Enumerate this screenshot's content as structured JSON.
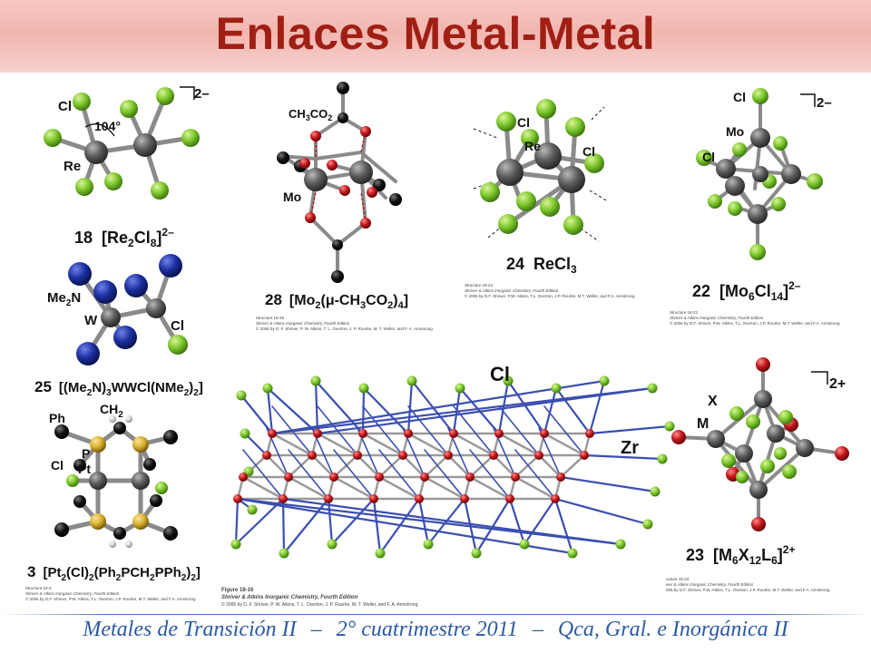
{
  "slide": {
    "title": "Enlaces Metal-Metal",
    "footer": {
      "course": "Metales de Transición II",
      "term": "2° cuatrimestre 2011",
      "dept": "Qca, Gral. e Inorgánica II",
      "separator": "–"
    }
  },
  "colors": {
    "title": "#a01f14",
    "header_bg": "#f2b6b0",
    "footer_text": "#2b5aa3",
    "chlorine": "#7cc62b",
    "metal": "#555555",
    "oxygen": "#c0161a",
    "nitrogen": "#1b2fa0",
    "carbon": "#111111",
    "phosphorus": "#d8b030",
    "bond_blue": "#3a4fb0"
  },
  "structures": {
    "s18": {
      "labels": {
        "cl": "Cl",
        "re": "Re",
        "angle": "104°",
        "charge": "2–"
      },
      "caption": {
        "num": "18",
        "formula": "[Re",
        "sub1": "2",
        "mid": "Cl",
        "sub2": "8",
        "end": "]",
        "sup": "2–"
      }
    },
    "s28": {
      "labels": {
        "acetate": "CH",
        "acetate_sub": "3",
        "acetate_mid": "CO",
        "acetate_sub2": "2",
        "mo": "Mo"
      },
      "caption": {
        "num": "28",
        "formula": "[Mo",
        "sub1": "2",
        "mid": "(μ-CH",
        "sub2": "3",
        "mid2": "CO",
        "sub3": "2",
        "end": ")",
        "sub4": "4",
        "end2": "]"
      },
      "credit": {
        "line1": "Structure 18-28",
        "line2": "Shriver & Atkins Inorganic Chemistry, Fourth Edition",
        "line3": "© 2006 by D. F. Shriver, P. W. Atkins, T. L. Overton, J. P. Rourke, M. T. Weller, and F. A. Armstrong"
      }
    },
    "s24": {
      "labels": {
        "cl1": "Cl",
        "cl2": "Cl",
        "re": "Re"
      },
      "caption": {
        "num": "24",
        "formula": "ReCl",
        "sub1": "3"
      },
      "credit": {
        "line1": "Structure 18-24",
        "line2": "Shriver & Atkins Inorganic Chemistry, Fourth Edition",
        "line3": "© 2006 by D.F. Shriver, P.W. Atkins, T.L. Overton, J.P. Rourke, M.T. Weller, and F.A. Armstrong"
      }
    },
    "s22": {
      "labels": {
        "cl1": "Cl",
        "mo": "Mo",
        "cl2": "Cl",
        "charge": "2–"
      },
      "caption": {
        "num": "22",
        "formula": "[Mo",
        "sub1": "6",
        "mid": "Cl",
        "sub2": "14",
        "end": "]",
        "sup": "2–"
      },
      "credit": {
        "line1": "Structure 18-22",
        "line2": "Shriver & Atkins Inorganic Chemistry, Fourth Edition",
        "line3": "© 2006 by D.F. Shriver, P.W. Atkins, T.L. Overton, J.P. Rourke, M.T. Weller, and F.A. Armstrong"
      }
    },
    "s25": {
      "labels": {
        "me2n": "Me",
        "me2n_sub": "2",
        "me2n_end": "N",
        "w": "W",
        "cl": "Cl"
      },
      "caption": {
        "num": "25",
        "formula": "[(Me",
        "sub1": "2",
        "mid": "N)",
        "sub2": "3",
        "mid2": "WWCl(NMe",
        "sub3": "2",
        "end": ")",
        "sub4": "2",
        "end2": "]"
      }
    },
    "s3": {
      "labels": {
        "ph": "Ph",
        "ch2": "CH",
        "ch2_sub": "2",
        "p": "P",
        "pt": "Pt",
        "cl": "Cl"
      },
      "caption": {
        "num": "3",
        "formula": "[Pt",
        "sub1": "2",
        "mid": "(Cl)",
        "sub2": "2",
        "mid2": "(Ph",
        "sub3": "2",
        "mid3": "PCH",
        "sub4": "2",
        "mid4": "PPh",
        "sub5": "2",
        "end": ")",
        "sub6": "2",
        "end2": "]"
      },
      "credit": {
        "line1": "Structure 18-3",
        "line2": "Shriver & Atkins Inorganic Chemistry, Fourth Edition",
        "line3": "© 2006 by D.F. Shriver, P.W. Atkins, T.L. Overton, J.P. Rourke, M.T. Weller, and F.A. Armstrong"
      }
    },
    "zrcl": {
      "labels": {
        "cl": "Cl",
        "zr": "Zr"
      },
      "credit": {
        "line1": "Figure 18-16",
        "line2": "Shriver & Atkins Inorganic Chemistry, Fourth Edition",
        "line3": "© 2006 by D. F. Shriver, P. W. Atkins, T. L. Overton, J. P. Rourke, M. T. Weller, and F. A. Armstrong"
      }
    },
    "s23": {
      "labels": {
        "x": "X",
        "m": "M",
        "charge": "2+"
      },
      "caption": {
        "num": "23",
        "formula": "[M",
        "sub1": "6",
        "mid": "X",
        "sub2": "12",
        "mid2": "L",
        "sub3": "6",
        "end": "]",
        "sup": "2+"
      },
      "credit": {
        "line1": "ucture 18-23",
        "line2": "iver & Atkins Inorganic Chemistry, Fourth Edition",
        "line3": "006 by D.F. Shriver, P.W. Atkins, T.L. Overton, J.P. Rourke, M.T. Weller, and F.A. Armstrong"
      }
    }
  }
}
